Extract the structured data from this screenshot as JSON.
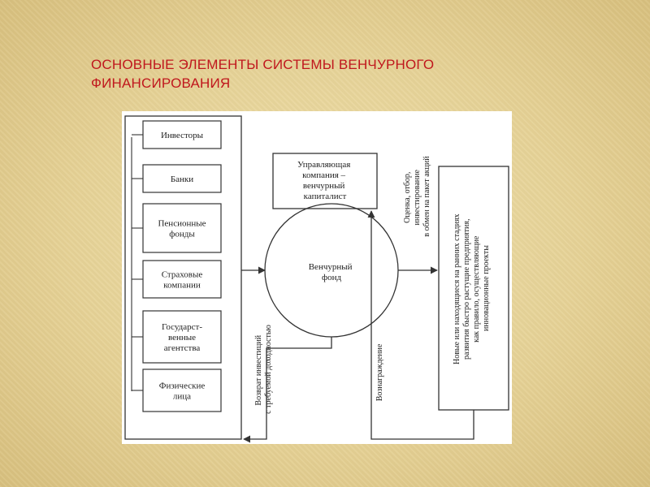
{
  "title": {
    "line1": "ОСНОВНЫЕ ЭЛЕМЕНТЫ СИСТЕМЫ ВЕНЧУРНОГО",
    "line2": "ФИНАНСИРОВАНИЯ"
  },
  "investors": [
    {
      "lines": [
        "Инвесторы"
      ]
    },
    {
      "lines": [
        "Банки"
      ]
    },
    {
      "lines": [
        "Пенсионные",
        "фонды"
      ]
    },
    {
      "lines": [
        "Страховые",
        "компании"
      ]
    },
    {
      "lines": [
        "Государст-",
        "венные",
        "агентства"
      ]
    },
    {
      "lines": [
        "Физические",
        "лица"
      ]
    }
  ],
  "management_company": {
    "lines": [
      "Управляющая",
      "компания –",
      "венчурный",
      "капиталист"
    ]
  },
  "fund": {
    "lines": [
      "Венчурный",
      "фонд"
    ]
  },
  "target_companies": {
    "lines": [
      "Новые или находящиеся на ранних стадиях",
      "развития быстро растущие предприятия,",
      "как правило, осуществляющие",
      "инновационные проекты"
    ]
  },
  "flows": {
    "return_lines": [
      "Возврат инвестиций",
      "с требуемой доходностью"
    ],
    "reward": "Вознаграждение",
    "evaluation_lines": [
      "Оценка, отбор,",
      "инвестирование",
      "в обмен на пакет акций"
    ]
  },
  "colors": {
    "title": "#c0171d",
    "background": "#e6d296",
    "line": "#333333"
  }
}
